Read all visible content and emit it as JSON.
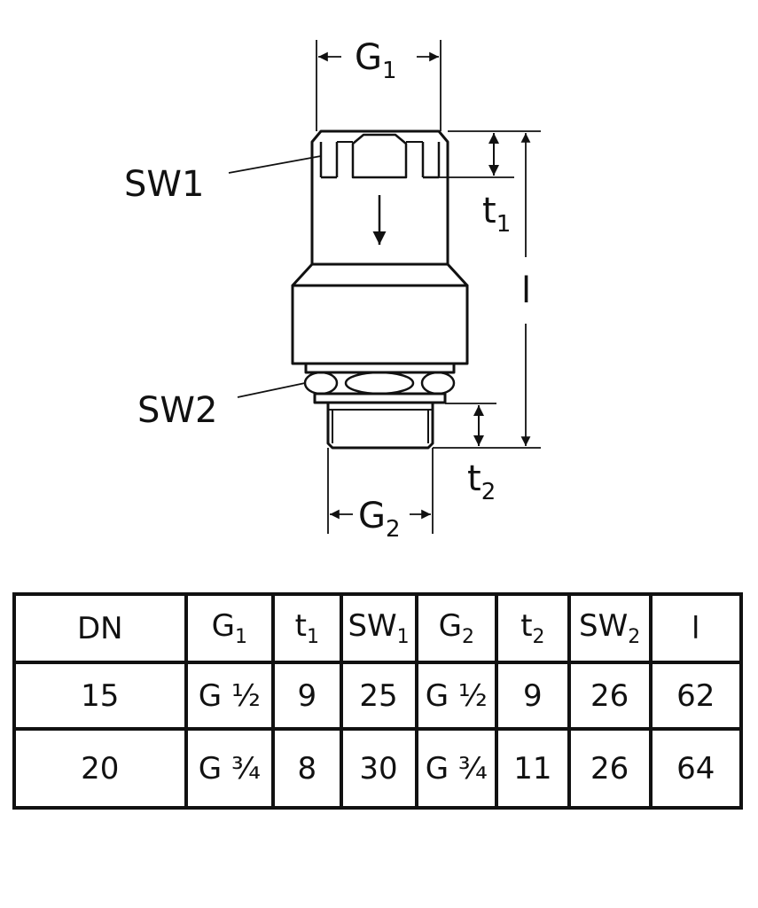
{
  "diagram": {
    "labels": {
      "g1": {
        "base": "G",
        "sub": "1"
      },
      "g2": {
        "base": "G",
        "sub": "2"
      },
      "t1": {
        "base": "t",
        "sub": "1"
      },
      "t2": {
        "base": "t",
        "sub": "2"
      },
      "l": "l",
      "sw1": "SW1",
      "sw2": "SW2"
    }
  },
  "table": {
    "headers": [
      {
        "base": "DN",
        "sub": ""
      },
      {
        "base": "G",
        "sub": "1"
      },
      {
        "base": "t",
        "sub": "1"
      },
      {
        "base": "SW",
        "sub": "1"
      },
      {
        "base": "G",
        "sub": "2"
      },
      {
        "base": "t",
        "sub": "2"
      },
      {
        "base": "SW",
        "sub": "2"
      },
      {
        "base": "l",
        "sub": ""
      }
    ],
    "rows": [
      [
        "15",
        "G ½",
        "9",
        "25",
        "G ½",
        "9",
        "26",
        "62"
      ],
      [
        "20",
        "G ¾",
        "8",
        "30",
        "G ¾",
        "11",
        "26",
        "64"
      ]
    ]
  }
}
